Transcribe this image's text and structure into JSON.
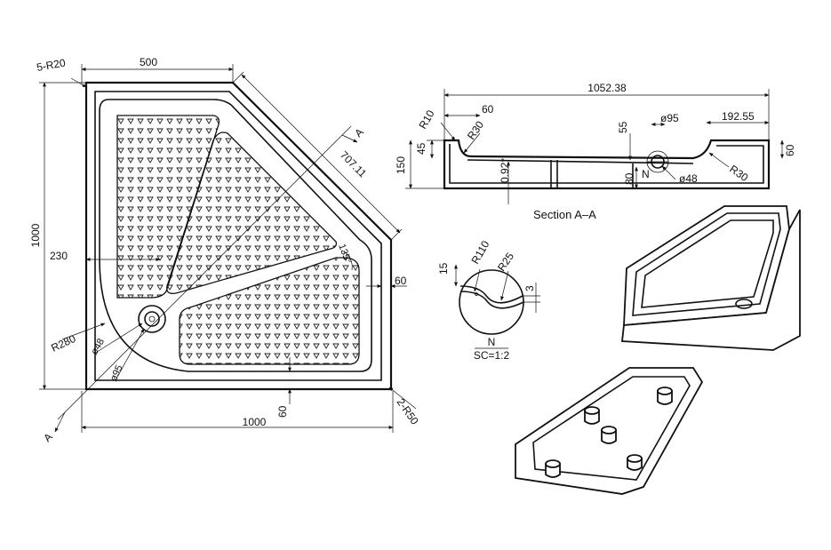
{
  "plan": {
    "corner_radius_label": "5-R20",
    "top_width": "500",
    "diagonal": "707.11",
    "left_height": "1000",
    "bottom_width": "1000",
    "inner_width": "230",
    "rim_right": "60",
    "rim_bottom": "60",
    "angle": "135°",
    "big_radius": "R280",
    "drain_outer": "ø95",
    "drain_inner": "ø48",
    "outer_radius": "2-R50",
    "section_mark": "A"
  },
  "section": {
    "total_length": "1052.38",
    "left_rim": "60",
    "right_segment": "192.55",
    "r10": "R10",
    "r30_left": "R30",
    "r30_right": "R30",
    "depth_45": "45",
    "height_150": "150",
    "right_height": "60",
    "dim_55": "55",
    "drain_dia": "ø95",
    "drain_small": "ø48",
    "slope": "0.92°",
    "drop_80": "80",
    "detail_mark": "N",
    "title": "Section   A–A"
  },
  "detail": {
    "dim_15": "15",
    "r110": "R110",
    "r25": "R25",
    "dim_3": "3",
    "label": "N",
    "scale": "SC=1:2"
  }
}
